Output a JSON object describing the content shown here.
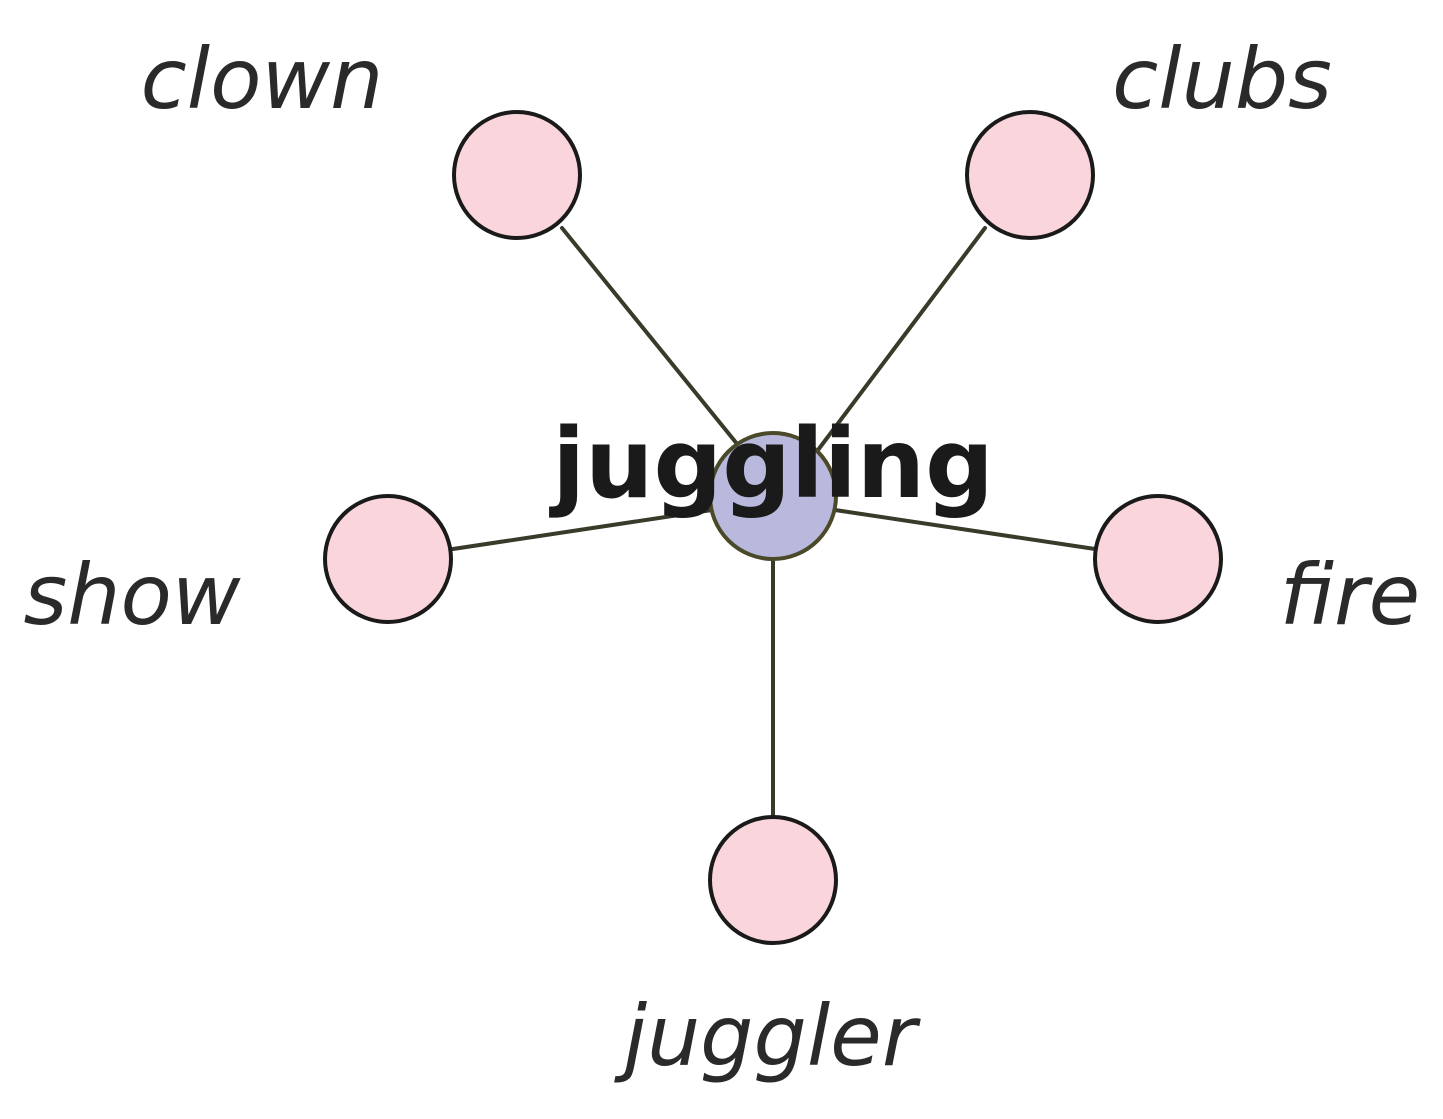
{
  "center": {
    "label": "juggling",
    "fill": "#b9b9dd",
    "stroke": "#4a4a2a",
    "label_color": "#1a1a1a"
  },
  "leaves": [
    {
      "id": "clown",
      "label": "clown"
    },
    {
      "id": "clubs",
      "label": "clubs"
    },
    {
      "id": "show",
      "label": "show"
    },
    {
      "id": "fire",
      "label": "fire"
    },
    {
      "id": "juggler",
      "label": "juggler"
    }
  ],
  "colors": {
    "leaf_fill": "#fad6dc",
    "leaf_stroke": "#1a1a1a",
    "edge_stroke": "#3a3a2a",
    "label_color": "#2a2a2a"
  }
}
